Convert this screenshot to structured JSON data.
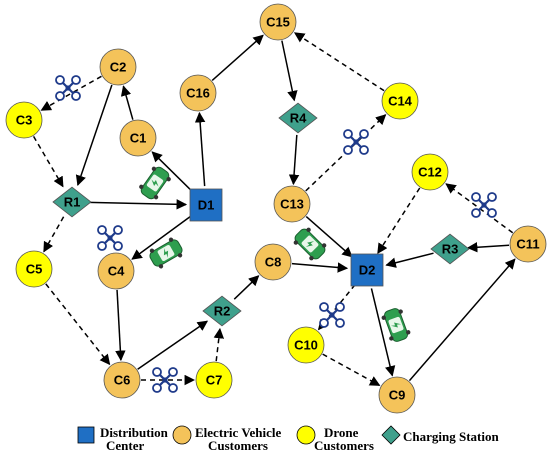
{
  "colors": {
    "depot_fill": "#1f6fc4",
    "ev_customer_fill": "#f4c35a",
    "drone_customer_fill": "#ffff00",
    "station_fill": "#3fa08c",
    "edge": "#000000"
  },
  "nodes": {
    "D1": {
      "label": "D1",
      "type": "depot"
    },
    "D2": {
      "label": "D2",
      "type": "depot"
    },
    "R1": {
      "label": "R1",
      "type": "station"
    },
    "R2": {
      "label": "R2",
      "type": "station"
    },
    "R3": {
      "label": "R3",
      "type": "station"
    },
    "R4": {
      "label": "R4",
      "type": "station"
    },
    "C1": {
      "label": "C1",
      "type": "ev"
    },
    "C2": {
      "label": "C2",
      "type": "ev"
    },
    "C3": {
      "label": "C3",
      "type": "drone"
    },
    "C4": {
      "label": "C4",
      "type": "ev"
    },
    "C5": {
      "label": "C5",
      "type": "drone"
    },
    "C6": {
      "label": "C6",
      "type": "ev"
    },
    "C7": {
      "label": "C7",
      "type": "drone"
    },
    "C8": {
      "label": "C8",
      "type": "ev"
    },
    "C9": {
      "label": "C9",
      "type": "ev"
    },
    "C10": {
      "label": "C10",
      "type": "drone"
    },
    "C11": {
      "label": "C11",
      "type": "ev"
    },
    "C12": {
      "label": "C12",
      "type": "drone"
    },
    "C13": {
      "label": "C13",
      "type": "ev"
    },
    "C14": {
      "label": "C14",
      "type": "drone"
    },
    "C15": {
      "label": "C15",
      "type": "ev"
    },
    "C16": {
      "label": "C16",
      "type": "ev"
    }
  },
  "edges": [
    {
      "from": "D1",
      "to": "C1",
      "style": "solid"
    },
    {
      "from": "C1",
      "to": "C2",
      "style": "solid"
    },
    {
      "from": "C2",
      "to": "R1",
      "style": "solid"
    },
    {
      "from": "R1",
      "to": "D1",
      "style": "solid"
    },
    {
      "from": "C2",
      "to": "C3",
      "style": "dashed"
    },
    {
      "from": "C3",
      "to": "R1",
      "style": "dashed"
    },
    {
      "from": "D1",
      "to": "C4",
      "style": "solid"
    },
    {
      "from": "C4",
      "to": "C6",
      "style": "solid"
    },
    {
      "from": "C6",
      "to": "R2",
      "style": "solid"
    },
    {
      "from": "R2",
      "to": "C8",
      "style": "solid"
    },
    {
      "from": "C8",
      "to": "D2",
      "style": "solid"
    },
    {
      "from": "R1",
      "to": "C5",
      "style": "dashed"
    },
    {
      "from": "C5",
      "to": "C6",
      "style": "dashed"
    },
    {
      "from": "C6",
      "to": "C7",
      "style": "dashed"
    },
    {
      "from": "C7",
      "to": "R2",
      "style": "dashed"
    },
    {
      "from": "D1",
      "to": "C16",
      "style": "solid"
    },
    {
      "from": "C16",
      "to": "C15",
      "style": "solid"
    },
    {
      "from": "C15",
      "to": "R4",
      "style": "solid"
    },
    {
      "from": "R4",
      "to": "C13",
      "style": "solid"
    },
    {
      "from": "C13",
      "to": "D2",
      "style": "solid"
    },
    {
      "from": "C14",
      "to": "C15",
      "style": "dashed"
    },
    {
      "from": "C13",
      "to": "C14",
      "style": "dashed"
    },
    {
      "from": "D2",
      "to": "C9",
      "style": "solid"
    },
    {
      "from": "C9",
      "to": "C11",
      "style": "solid"
    },
    {
      "from": "C11",
      "to": "R3",
      "style": "solid"
    },
    {
      "from": "R3",
      "to": "D2",
      "style": "solid"
    },
    {
      "from": "D2",
      "to": "C10",
      "style": "dashed"
    },
    {
      "from": "C10",
      "to": "C9",
      "style": "dashed"
    },
    {
      "from": "C11",
      "to": "C12",
      "style": "dashed"
    },
    {
      "from": "C12",
      "to": "D2",
      "style": "dashed"
    }
  ],
  "icons": [
    {
      "kind": "drone",
      "near": "C2-C3"
    },
    {
      "kind": "ev",
      "near": "D1-C1"
    },
    {
      "kind": "drone",
      "near": "R1-C5"
    },
    {
      "kind": "ev",
      "near": "D1-C4"
    },
    {
      "kind": "drone",
      "near": "C13-C14"
    },
    {
      "kind": "ev",
      "near": "C13-D2"
    },
    {
      "kind": "drone",
      "near": "C11-C12"
    },
    {
      "kind": "drone",
      "near": "D2-C10"
    },
    {
      "kind": "ev",
      "near": "D2-C9"
    },
    {
      "kind": "drone",
      "near": "C6-C7"
    }
  ],
  "legend": {
    "depot": {
      "line1": "Distribution",
      "line2": "Center"
    },
    "ev_customer": {
      "line1": "Electric Vehicle",
      "line2": "Customers"
    },
    "drone_customer": {
      "line1": "Drone",
      "line2": "Customers"
    },
    "station": {
      "line1": "Charging Station"
    }
  }
}
